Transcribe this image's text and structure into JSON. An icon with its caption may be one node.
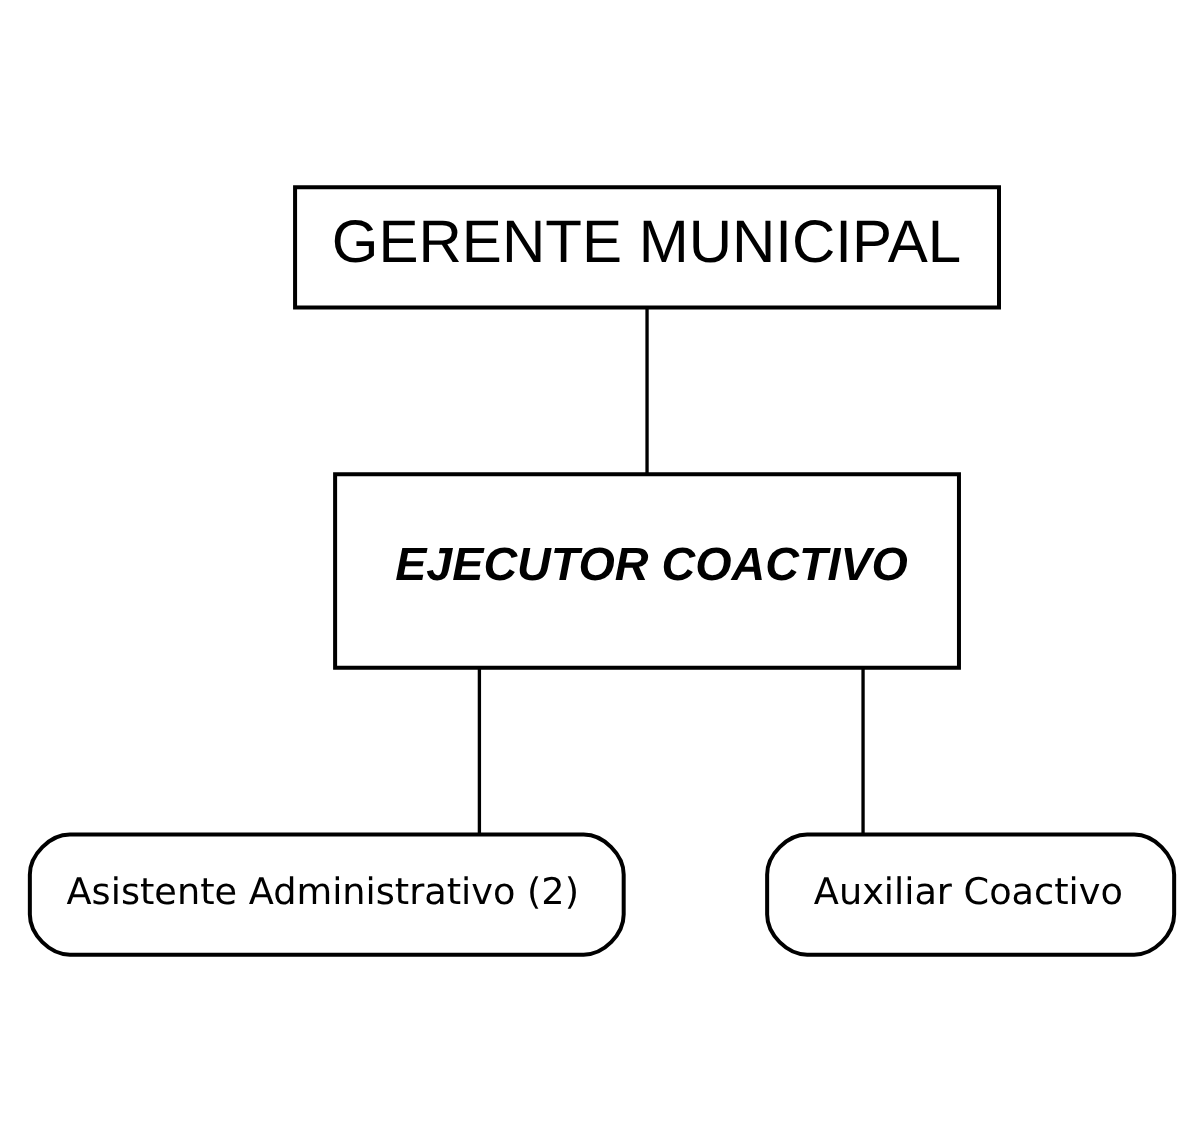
{
  "diagram": {
    "nodes": [
      {
        "text": [
          "GERENTE MUNICIPAL"
        ]
      },
      {
        "text": [
          "EJECUTOR COACTIVO"
        ]
      },
      {
        "text": [
          "Asistente Administrativo (2)"
        ]
      },
      {
        "text": [
          "Auxiliar Coactivo"
        ]
      }
    ],
    "edges": [
      {
        "from": 0,
        "to": 1,
        "arrow": "none"
      },
      {
        "from": 1,
        "to": 2,
        "arrow": "none"
      },
      {
        "from": 1,
        "to": 3,
        "arrow": "none"
      }
    ]
  }
}
